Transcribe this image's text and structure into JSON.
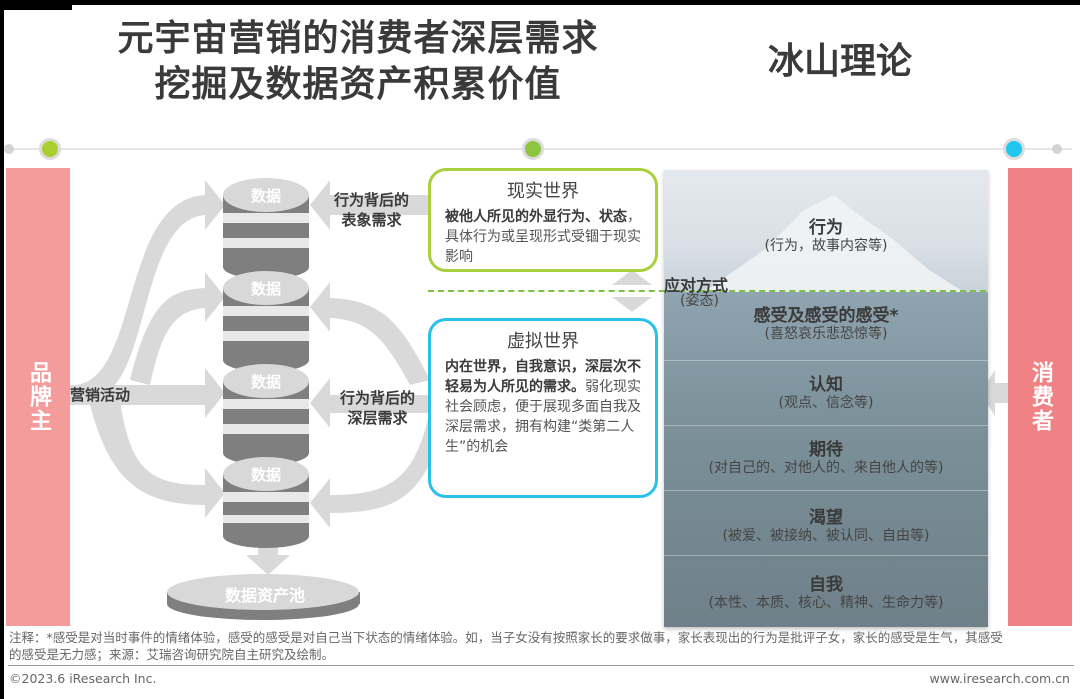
{
  "title": {
    "main_line1": "元宇宙营销的消费者深层需求",
    "main_line2": "挖掘及数据资产积累价值",
    "right": "冰山理论"
  },
  "colors": {
    "brand_bar": "#f49b9c",
    "consumer_bar": "#f08285",
    "reality_border": "#a9cf3c",
    "virtual_border": "#29c1ea",
    "dashed_line": "#7cc242",
    "dot_green": "#a8cf2e",
    "dot_cyan": "#1ec6f0",
    "flow_gray": "#d9d9d9",
    "cyl_dark": "#7f7f7f",
    "cyl_light": "#d8d8d8"
  },
  "left_side": {
    "brand_label": "品牌主",
    "marketing_label": "营销活动",
    "data_stacks": [
      "数据",
      "数据",
      "数据",
      "数据"
    ],
    "pool_label": "数据资产池",
    "surface_need_label_1": "行为背后的",
    "surface_need_label_2": "表象需求",
    "deep_need_label_1": "行为背后的",
    "deep_need_label_2": "深层需求"
  },
  "reality_world": {
    "title": "现实世界",
    "bold": "被他人所见的外显行为、状态",
    "text": "，具体行为或呈现形式受锢于现实影响"
  },
  "virtual_world": {
    "title": "虚拟世界",
    "bold": "内在世界，自我意识，深层次不轻易为人所见的需求。",
    "text": "弱化现实社会顾虑，便于展现多面自我及深层需求，拥有构建“类第二人生”的机会"
  },
  "iceberg": {
    "coping_title": "应对方式",
    "coping_sub": "(姿态)",
    "levels": [
      {
        "title": "行为",
        "sub": "(行为，故事内容等)"
      },
      {
        "title": "感受及感受的感受*",
        "sub": "(喜怒哀乐悲恐惊等)"
      },
      {
        "title": "认知",
        "sub": "(观点、信念等)"
      },
      {
        "title": "期待",
        "sub": "(对自己的、对他人的、来自他人的等)"
      },
      {
        "title": "渴望",
        "sub": "(被爱、被接纳、被认同、自由等)"
      },
      {
        "title": "自我",
        "sub": "(本性、本质、核心、精神、生命力等)"
      }
    ]
  },
  "right_side": {
    "consumer_label": "消费者"
  },
  "footer": {
    "note_line1": "注释：*感受是对当时事件的情绪体验，感受的感受是对自己当下状态的情绪体验。如，当子女没有按照家长的要求做事，家长表现出的行为是批评子女，家长的感受是生气，其感受",
    "note_line2": "的感受是无力感；来源：艾瑞咨询研究院自主研究及绘制。",
    "copyright": "©2023.6 iResearch Inc.",
    "website": "www.iresearch.com.cn"
  }
}
